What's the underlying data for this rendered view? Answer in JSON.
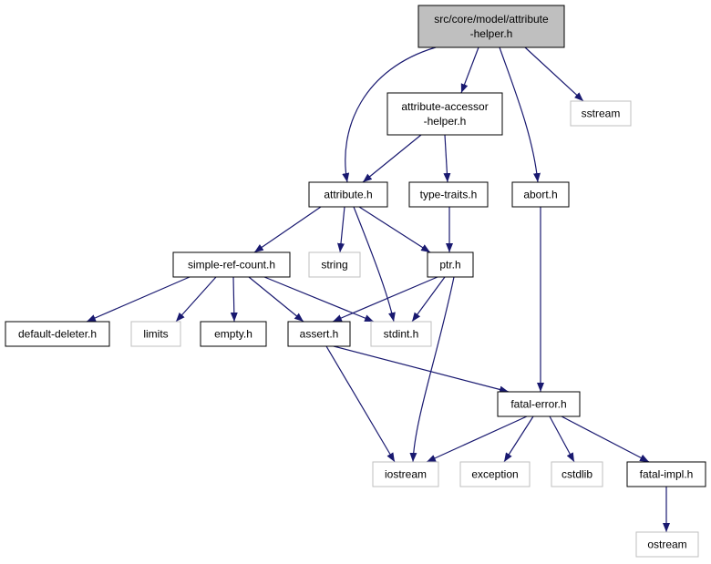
{
  "colors": {
    "edge": "#191970",
    "box_border_solid": "#000000",
    "box_border_system": "#bfbfbf",
    "root_fill": "#bfbfbf",
    "fill": "#ffffff",
    "text": "#000000"
  },
  "nodes": {
    "root": {
      "lines": [
        "src/core/model/attribute",
        "-helper.h"
      ],
      "kind": "root"
    },
    "attribute_accessor": {
      "lines": [
        "attribute-accessor",
        "-helper.h"
      ],
      "kind": "file"
    },
    "sstream": {
      "lines": [
        "sstream"
      ],
      "kind": "system"
    },
    "attribute": {
      "lines": [
        "attribute.h"
      ],
      "kind": "file"
    },
    "type_traits": {
      "lines": [
        "type-traits.h"
      ],
      "kind": "file"
    },
    "abort": {
      "lines": [
        "abort.h"
      ],
      "kind": "file"
    },
    "simple_ref_count": {
      "lines": [
        "simple-ref-count.h"
      ],
      "kind": "file"
    },
    "string": {
      "lines": [
        "string"
      ],
      "kind": "system"
    },
    "ptr": {
      "lines": [
        "ptr.h"
      ],
      "kind": "file"
    },
    "default_deleter": {
      "lines": [
        "default-deleter.h"
      ],
      "kind": "file"
    },
    "limits": {
      "lines": [
        "limits"
      ],
      "kind": "system"
    },
    "empty": {
      "lines": [
        "empty.h"
      ],
      "kind": "file"
    },
    "assert": {
      "lines": [
        "assert.h"
      ],
      "kind": "file"
    },
    "stdint": {
      "lines": [
        "stdint.h"
      ],
      "kind": "system"
    },
    "fatal_error": {
      "lines": [
        "fatal-error.h"
      ],
      "kind": "file"
    },
    "iostream": {
      "lines": [
        "iostream"
      ],
      "kind": "system"
    },
    "exception": {
      "lines": [
        "exception"
      ],
      "kind": "system"
    },
    "cstdlib": {
      "lines": [
        "cstdlib"
      ],
      "kind": "system"
    },
    "fatal_impl": {
      "lines": [
        "fatal-impl.h"
      ],
      "kind": "file"
    },
    "ostream": {
      "lines": [
        "ostream"
      ],
      "kind": "system"
    }
  },
  "edges": [
    [
      "root",
      "attribute"
    ],
    [
      "root",
      "attribute_accessor"
    ],
    [
      "root",
      "abort"
    ],
    [
      "root",
      "sstream"
    ],
    [
      "attribute_accessor",
      "attribute"
    ],
    [
      "attribute_accessor",
      "type_traits"
    ],
    [
      "attribute",
      "simple_ref_count"
    ],
    [
      "attribute",
      "string"
    ],
    [
      "attribute",
      "ptr"
    ],
    [
      "attribute",
      "stdint"
    ],
    [
      "type_traits",
      "ptr"
    ],
    [
      "abort",
      "fatal_error"
    ],
    [
      "simple_ref_count",
      "default_deleter"
    ],
    [
      "simple_ref_count",
      "limits"
    ],
    [
      "simple_ref_count",
      "empty"
    ],
    [
      "simple_ref_count",
      "assert"
    ],
    [
      "simple_ref_count",
      "stdint"
    ],
    [
      "ptr",
      "assert"
    ],
    [
      "ptr",
      "stdint"
    ],
    [
      "ptr",
      "iostream"
    ],
    [
      "assert",
      "iostream"
    ],
    [
      "assert",
      "fatal_error"
    ],
    [
      "fatal_error",
      "iostream"
    ],
    [
      "fatal_error",
      "exception"
    ],
    [
      "fatal_error",
      "cstdlib"
    ],
    [
      "fatal_error",
      "fatal_impl"
    ],
    [
      "fatal_impl",
      "ostream"
    ]
  ]
}
